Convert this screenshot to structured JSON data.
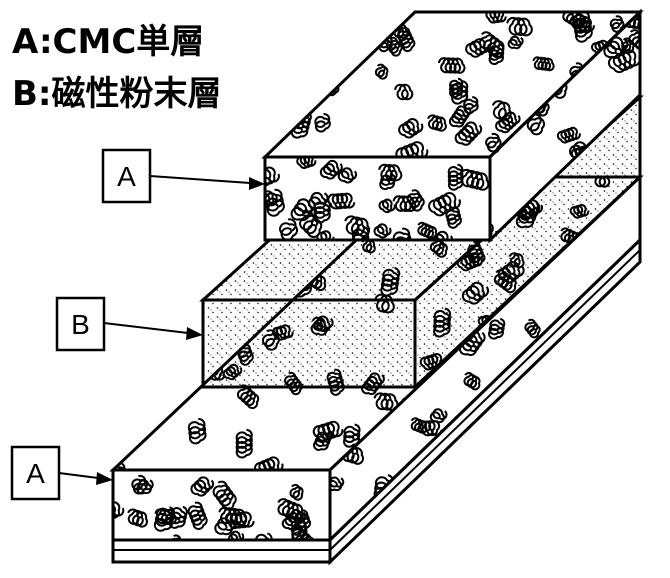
{
  "legend": {
    "line_a": "A:CMC単層",
    "line_b": "B:磁性粉末層"
  },
  "callouts": {
    "top_layer": "A",
    "middle_layer": "B",
    "bottom_layer": "A"
  },
  "layers": [
    {
      "id": "top",
      "label": "A",
      "texture": "fiber-coils"
    },
    {
      "id": "middle",
      "label": "B",
      "texture": "dotted-powder"
    },
    {
      "id": "bottom",
      "label": "A",
      "texture": "fiber-coils"
    }
  ],
  "colors": {
    "ink": "#000000",
    "background": "#ffffff"
  }
}
